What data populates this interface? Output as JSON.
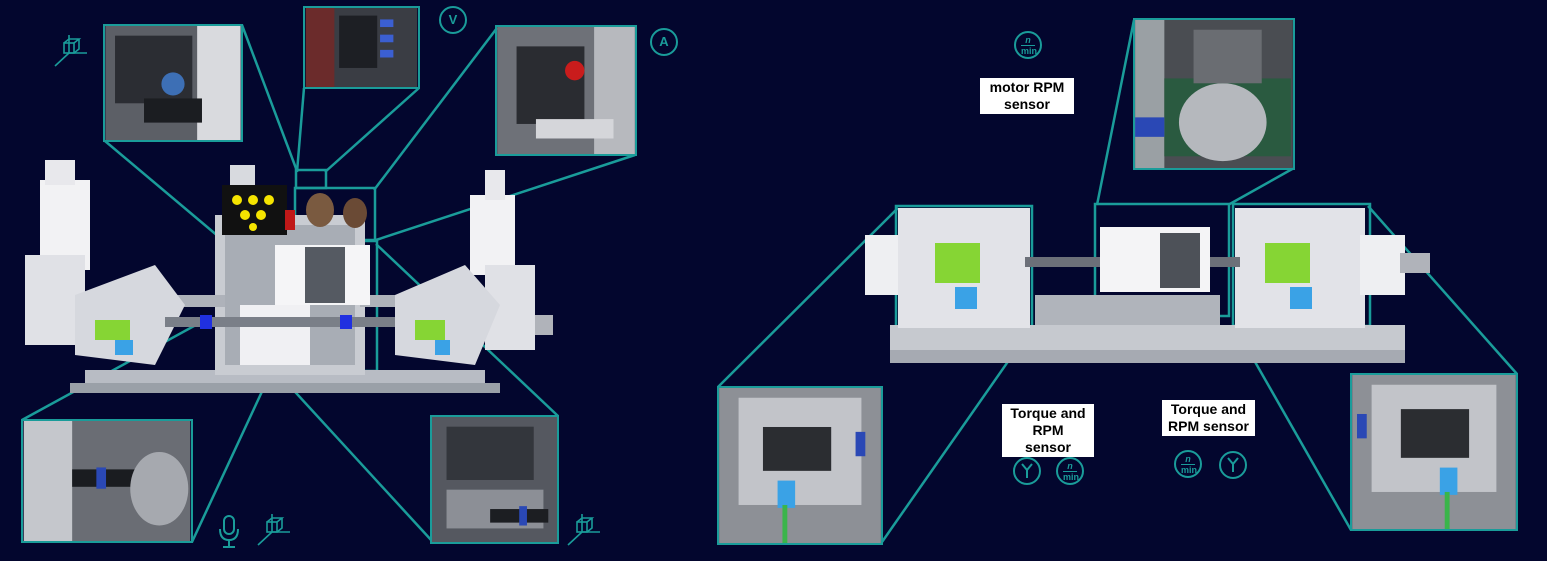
{
  "labels": {
    "motor_rpm": "motor RPM sensor",
    "torque_1": "Torque and RPM sensor",
    "torque_2": "Torque and RPM sensor"
  },
  "badges": {
    "voltage": "V",
    "current": "A",
    "rpm_numerator": "n",
    "rpm_denominator": "min"
  },
  "icons": {
    "axes": "3d-axes-icon",
    "microphone": "microphone-icon",
    "torque": "torque-icon",
    "rpm": "rpm-icon"
  },
  "colors": {
    "background": "#03062e",
    "accent": "#1a9c9a",
    "label_bg": "#ffffff",
    "coupling_green": "#86d534",
    "shaft_blue": "#2030e0"
  }
}
